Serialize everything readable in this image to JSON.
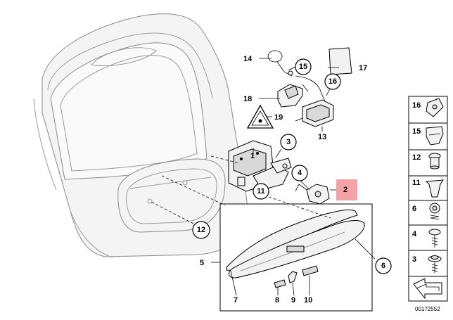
{
  "diagram": {
    "callouts": [
      {
        "id": "1",
        "label": "1"
      },
      {
        "id": "2",
        "label": "2",
        "highlight": "#f3a3a8"
      },
      {
        "id": "3",
        "label": "3"
      },
      {
        "id": "4",
        "label": "4"
      },
      {
        "id": "5",
        "label": "5"
      },
      {
        "id": "6",
        "label": "6"
      },
      {
        "id": "7",
        "label": "7"
      },
      {
        "id": "8",
        "label": "8"
      },
      {
        "id": "9",
        "label": "9"
      },
      {
        "id": "10",
        "label": "10"
      },
      {
        "id": "11",
        "label": "11"
      },
      {
        "id": "12",
        "label": "12"
      },
      {
        "id": "13",
        "label": "13"
      },
      {
        "id": "14",
        "label": "14"
      },
      {
        "id": "15",
        "label": "15"
      },
      {
        "id": "16",
        "label": "16"
      },
      {
        "id": "17",
        "label": "17"
      },
      {
        "id": "18",
        "label": "18"
      },
      {
        "id": "19",
        "label": "19"
      }
    ],
    "legend_items": [
      {
        "label": "16"
      },
      {
        "label": "15"
      },
      {
        "label": "12"
      },
      {
        "label": "11"
      },
      {
        "label": "6"
      },
      {
        "label": "4"
      },
      {
        "label": "3"
      }
    ],
    "document_id": "00172552",
    "colors": {
      "highlight": "#f3a3a8",
      "line": "#000000",
      "body": "#9a9a9a"
    }
  }
}
